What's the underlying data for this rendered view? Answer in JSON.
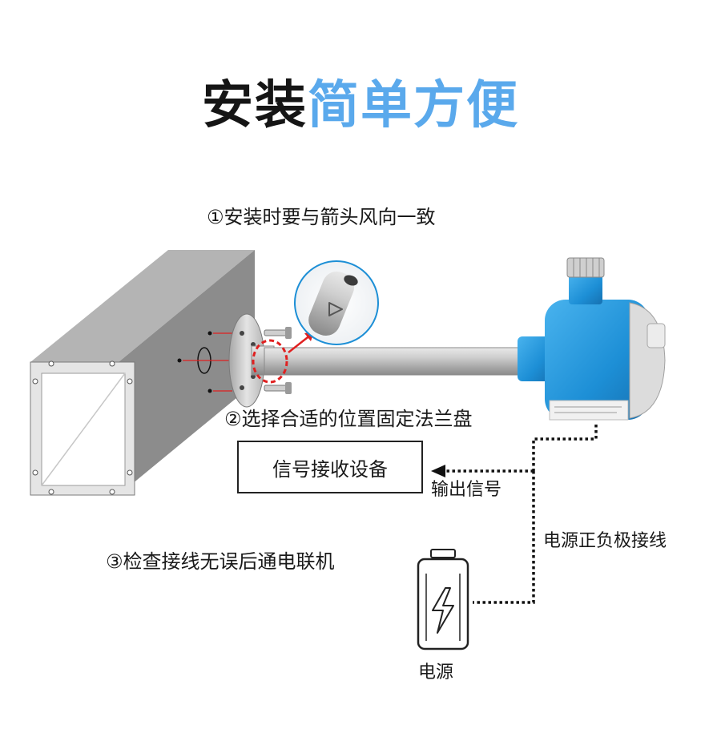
{
  "title": {
    "part1": "安装",
    "part2": "简单方便"
  },
  "steps": {
    "step1": "①安装时要与箭头风向一致",
    "step2": "②选择合适的位置固定法兰盘",
    "step3": "③检查接线无误后通电联机"
  },
  "receiver_label": "信号接收设备",
  "output_signal_label": "输出信号",
  "power_wiring_label": "电源正负极接线",
  "power_label": "电源",
  "colors": {
    "accent_blue": "#5aa9ec",
    "enclosure_blue": "#1d8fd6",
    "duct_gray": "#8f8f8f",
    "marker_red": "#e02020"
  }
}
